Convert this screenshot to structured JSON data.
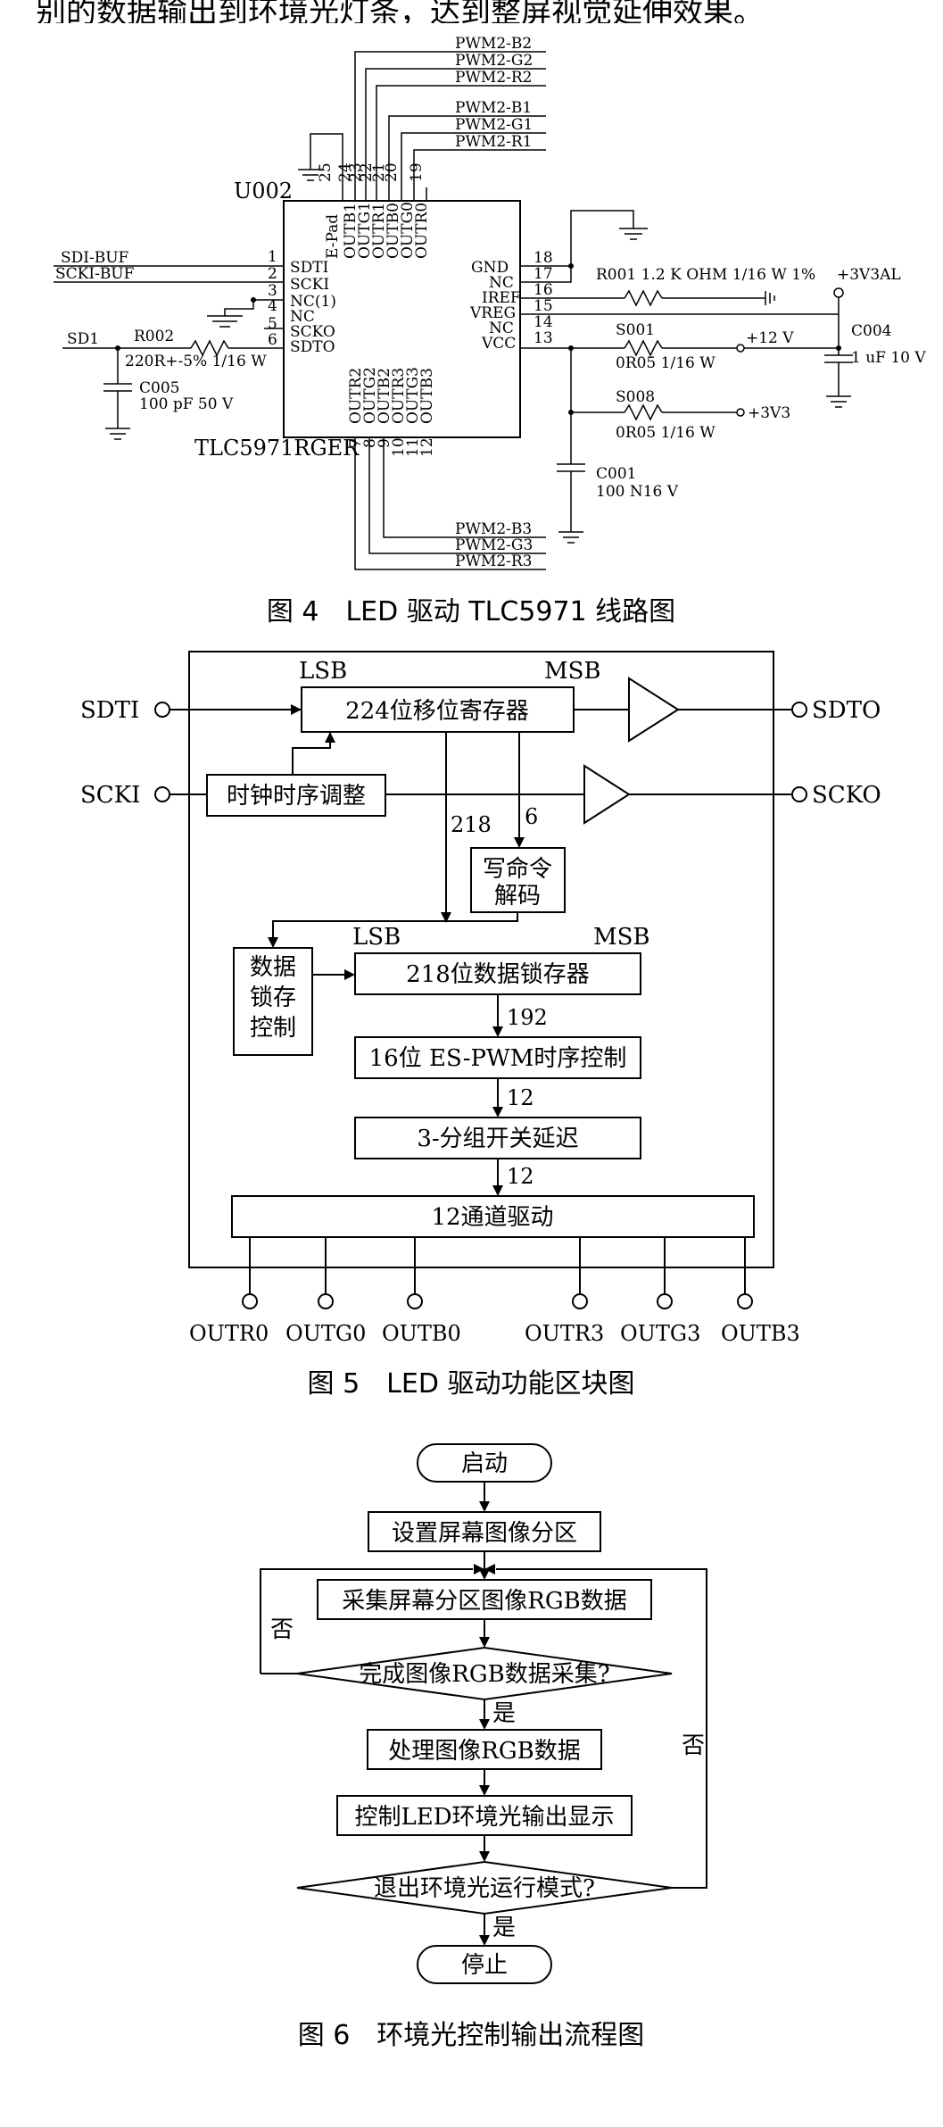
{
  "top_text": "别的数据输出到环境光灯条，达到整屏视觉延伸效果。",
  "fig4": {
    "caption": "图 4　LED 驱动 TLC5971 线路图",
    "chip_ref": "U002",
    "chip_part": "TLC5971RGER",
    "top_nets_a": [
      "PWM2-B2",
      "PWM2-G2",
      "PWM2-R2"
    ],
    "top_nets_b": [
      "PWM2-B1",
      "PWM2-G1",
      "PWM2-R1"
    ],
    "bottom_nets": [
      "PWM2-B3",
      "PWM2-G3",
      "PWM2-R3"
    ],
    "top_pin_nums": [
      "25",
      "24",
      "23",
      "22",
      "21",
      "20",
      "19"
    ],
    "top_pin_names": [
      "E-Pad",
      "OUTB1",
      "OUTG1",
      "OUTR1",
      "OUTB0",
      "OUTG0",
      "OUTR0"
    ],
    "bottom_pin_nums": [
      "7",
      "8",
      "9",
      "10",
      "11",
      "12"
    ],
    "bottom_pin_names": [
      "OUTR2",
      "OUTG2",
      "OUTB2",
      "OUTR3",
      "OUTG3",
      "OUTB3"
    ],
    "left_pin_names": [
      "SDTI",
      "SCKI",
      "NC(1)",
      "NC",
      "SCKO",
      "SDTO"
    ],
    "left_pin_nums": [
      "1",
      "2",
      "3",
      "4",
      "5",
      "6"
    ],
    "right_pin_names": [
      "GND",
      "NC",
      "IREF",
      "VREG",
      "NC",
      "VCC"
    ],
    "right_pin_nums": [
      "18",
      "17",
      "16",
      "15",
      "14",
      "13"
    ],
    "sdi_net": "SDI-BUF",
    "scki_net": "SCKI-BUF",
    "sd1_net": "SD1",
    "r002_ref": "R002",
    "r002_val": "220R+-5% 1/16 W",
    "c005_ref": "C005",
    "c005_val": "100 pF 50 V",
    "r001_label": "R001 1.2 K OHM 1/16 W 1%",
    "v3al": "+3V3AL",
    "s001_ref": "S001",
    "s001_val": "0R05 1/16 W",
    "v12": "+12 V",
    "s008_ref": "S008",
    "s008_val": "0R05 1/16  W",
    "v3v3": "+3V3",
    "c004_ref": "C004",
    "c004_val": "1 uF 10 V",
    "c001_ref": "C001",
    "c001_val": "100 N16 V"
  },
  "fig5": {
    "caption": "图 5　LED 驱动功能区块图",
    "sdti": "SDTI",
    "scki": "SCKI",
    "sdto": "SDTO",
    "scko": "SCKO",
    "lsb": "LSB",
    "msb": "MSB",
    "shift_reg": "224位移位寄存器",
    "clock_adj": "时钟时序调整",
    "n218": "218",
    "n6": "6",
    "cmd_decode_1": "写命令",
    "cmd_decode_2": "解码",
    "latch_ctrl": [
      "数据",
      "锁存",
      "控制"
    ],
    "data_latch": "218位数据锁存器",
    "n192": "192",
    "pwm": "16位 ES-PWM时序控制",
    "n12a": "12",
    "delay": "3-分组开关延迟",
    "n12b": "12",
    "driver": "12通道驱动",
    "outputs": [
      "OUTR0",
      "OUTG0",
      "OUTB0",
      "OUTR3",
      "OUTG3",
      "OUTB3"
    ]
  },
  "fig6": {
    "caption": "图 6　环境光控制输出流程图",
    "start": "启动",
    "set_partition": "设置屏幕图像分区",
    "collect": "采集屏幕分区图像RGB数据",
    "check_done": "完成图像RGB数据采集?",
    "yes1": "是",
    "no1": "否",
    "process": "处理图像RGB数据",
    "control": "控制LED环境光输出显示",
    "check_exit": "退出环境光运行模式?",
    "yes2": "是",
    "no2": "否",
    "stop": "停止"
  }
}
